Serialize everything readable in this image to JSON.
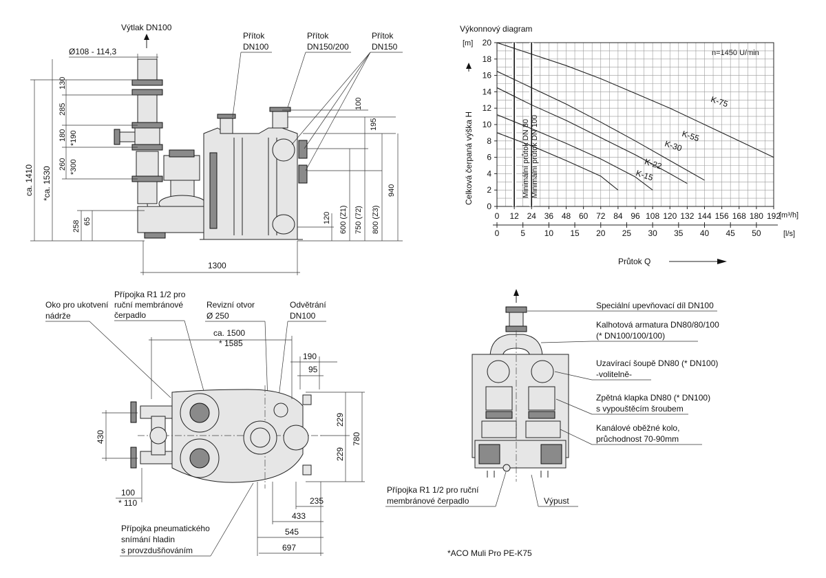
{
  "side_view": {
    "outlet_title": "Výtlak DN100",
    "pipe_diameter": "Ø108 - 114,3",
    "inlets": [
      {
        "line1": "Přítok",
        "line2": "DN100"
      },
      {
        "line1": "Přítok",
        "line2": "DN150/200"
      },
      {
        "line1": "Přítok",
        "line2": "DN150"
      }
    ],
    "dims_left": [
      "130",
      "285",
      "180",
      "*190",
      "260",
      "*300",
      "258",
      "65"
    ],
    "dim_total_1": "ca. 1410",
    "dim_total_2": "*ca. 1530",
    "dims_right": [
      "100",
      "195",
      "120",
      "600 (Z1)",
      "750 (72)",
      "800 (Z3)",
      "940"
    ],
    "dim_width": "1300"
  },
  "chart_titles": {
    "title": "Výkonnový diagram",
    "y_unit": "[m]",
    "ylabel": "Celková čerpaná výška H",
    "x_unit": "[m³/h]",
    "x2_unit": "[l/s]",
    "xlabel": "Průtok Q",
    "speed": "n=1450 U/min",
    "min_flow_labels": [
      "Minimální průtok DN 80",
      "Minimální průtok DN 100"
    ]
  },
  "chart_data": {
    "type": "line",
    "title": "Výkonnový diagram",
    "xlabel": "Průtok Q [m³/h]",
    "ylabel": "Celková čerpaná výška H [m]",
    "xlim": [
      0,
      192
    ],
    "ylim": [
      0,
      20
    ],
    "x_ticks": [
      0,
      12,
      24,
      36,
      48,
      60,
      72,
      84,
      96,
      108,
      120,
      132,
      144,
      156,
      168,
      180,
      192
    ],
    "y_ticks": [
      0,
      2,
      4,
      6,
      8,
      10,
      12,
      14,
      16,
      18,
      20
    ],
    "x2_ticks": [
      0,
      5,
      10,
      15,
      20,
      25,
      30,
      35,
      40,
      45,
      50
    ],
    "x2_unit": "[l/s]",
    "grid": true,
    "min_flow_lines": [
      12,
      24
    ],
    "series": [
      {
        "name": "K-75",
        "x": [
          0,
          24,
          48,
          72,
          96,
          120,
          144,
          168,
          192
        ],
        "y": [
          20,
          18.6,
          17.2,
          15.6,
          13.8,
          12.0,
          10.0,
          8.0,
          6.0
        ]
      },
      {
        "name": "K-55",
        "x": [
          0,
          24,
          48,
          72,
          96,
          120,
          144
        ],
        "y": [
          16.5,
          14.5,
          12.5,
          10.3,
          8.0,
          5.6,
          3.2
        ]
      },
      {
        "name": "K-30",
        "x": [
          0,
          24,
          48,
          72,
          96,
          120,
          132
        ],
        "y": [
          14.5,
          12.4,
          10.5,
          8.4,
          6.3,
          4.0,
          2.8
        ]
      },
      {
        "name": "K-22",
        "x": [
          0,
          24,
          48,
          72,
          96,
          108
        ],
        "y": [
          11.2,
          9.5,
          7.7,
          5.8,
          3.6,
          2.0
        ]
      },
      {
        "name": "K-15",
        "x": [
          0,
          24,
          48,
          72,
          84
        ],
        "y": [
          9.0,
          7.4,
          5.6,
          3.7,
          2.0
        ]
      }
    ]
  },
  "plan_view": {
    "anchor_eye": [
      "Oko pro ukotvení",
      "nádrže"
    ],
    "membrane_conn": [
      "Přípojka R1 1/2 pro",
      "ruční membránové",
      "čerpadlo"
    ],
    "inspection": [
      "Revizní otvor",
      "Ø 250"
    ],
    "vent": [
      "Odvětrání",
      "DN100"
    ],
    "dim_ca1500": "ca. 1500",
    "dim_1585": "* 1585",
    "dim_190": "190",
    "dim_95": "95",
    "dim_430": "430",
    "dim_229a": "229",
    "dim_229b": "229",
    "dim_780": "780",
    "dim_100": "100",
    "dim_110": "* 110",
    "dim_235": "235",
    "dim_433": "433",
    "dim_545": "545",
    "dim_697": "697",
    "pneumatic": [
      "Přípojka pneumatického",
      "snímání hladin",
      "s provzdušňováním"
    ]
  },
  "front_view": {
    "labels": [
      [
        "Speciální upevňovací díl DN100"
      ],
      [
        "Kalhotová armatura DN80/80/100",
        "(* DN100/100/100)"
      ],
      [
        "Uzavírací šoupě DN80 (* DN100)",
        "-volitelně-"
      ],
      [
        "Zpětná klapka DN80 (* DN100)",
        "s vypouštěcím šroubem"
      ],
      [
        "Kanálové oběžné kolo,",
        "průchodnost 70-90mm"
      ]
    ],
    "membrane_conn": [
      "Přípojka R1 1/2 pro ruční",
      "membránové čerpadlo"
    ],
    "outlet": "Výpust",
    "footnote": "*ACO Muli Pro PE-K75"
  }
}
